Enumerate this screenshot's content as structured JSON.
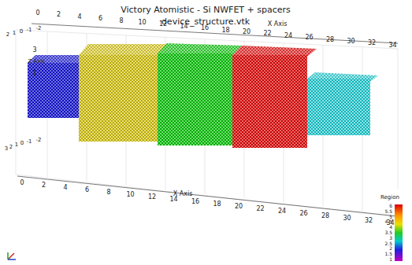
{
  "diagram": {
    "title": "Victory Atomistic - Si NWFET + spacers",
    "labels": [
      "device_structure.vtk",
      "0",
      "2",
      "4",
      "6",
      "8",
      "10",
      "12",
      "14",
      "16",
      "18",
      "20",
      "22",
      "24",
      "26",
      "28",
      "30",
      "32",
      "34",
      "X Axis",
      "2",
      "1",
      "0",
      "-1",
      "-2",
      "3",
      "Z Axis",
      "1",
      "3",
      "2",
      "1",
      "0",
      "-1",
      "-2",
      "0",
      "2",
      "4",
      "6",
      "8",
      "10",
      "12",
      "14",
      "16",
      "18",
      "20",
      "22",
      "24",
      "26",
      "28",
      "30",
      "32",
      "34",
      "X Axis",
      "Region",
      "6",
      "5.5",
      "5",
      "4.5",
      "4",
      "3.5",
      "3",
      "2.5",
      "2",
      "1.5",
      "1"
    ]
  }
}
